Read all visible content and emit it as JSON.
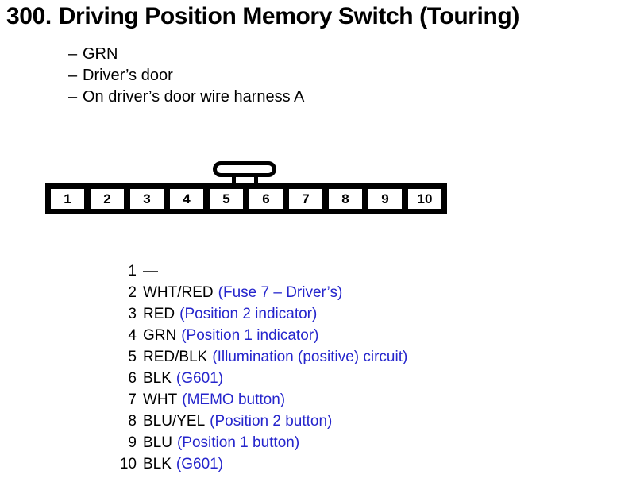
{
  "title": {
    "number": "300.",
    "text": "Driving Position Memory Switch (Touring)"
  },
  "bullets": [
    {
      "dash": "–",
      "text": "GRN"
    },
    {
      "dash": "–",
      "text": "Driver’s door"
    },
    {
      "dash": "–",
      "text": "On driver’s door wire harness A"
    }
  ],
  "connector": {
    "pins": [
      "1",
      "2",
      "3",
      "4",
      "5",
      "6",
      "7",
      "8",
      "9",
      "10"
    ],
    "latch_label": "connector-latch-tab"
  },
  "pin_list": [
    {
      "pin": "1",
      "wire": "—",
      "desc": ""
    },
    {
      "pin": "2",
      "wire": "WHT/RED",
      "desc": "(Fuse 7 – Driver’s)"
    },
    {
      "pin": "3",
      "wire": "RED",
      "desc": "(Position 2 indicator)"
    },
    {
      "pin": "4",
      "wire": "GRN",
      "desc": "(Position 1 indicator)"
    },
    {
      "pin": "5",
      "wire": "RED/BLK",
      "desc": "(Illumination (positive) circuit)"
    },
    {
      "pin": "6",
      "wire": "BLK",
      "desc": "(G601)"
    },
    {
      "pin": "7",
      "wire": "WHT",
      "desc": "(MEMO button)"
    },
    {
      "pin": "8",
      "wire": "BLU/YEL",
      "desc": "(Position 2 button)"
    },
    {
      "pin": "9",
      "wire": "BLU",
      "desc": "(Position 1 button)"
    },
    {
      "pin": "10",
      "wire": "BLK",
      "desc": "(G601)"
    }
  ],
  "colors": {
    "text": "#000000",
    "description_blue": "#2525CC",
    "background": "#FFFFFF"
  }
}
